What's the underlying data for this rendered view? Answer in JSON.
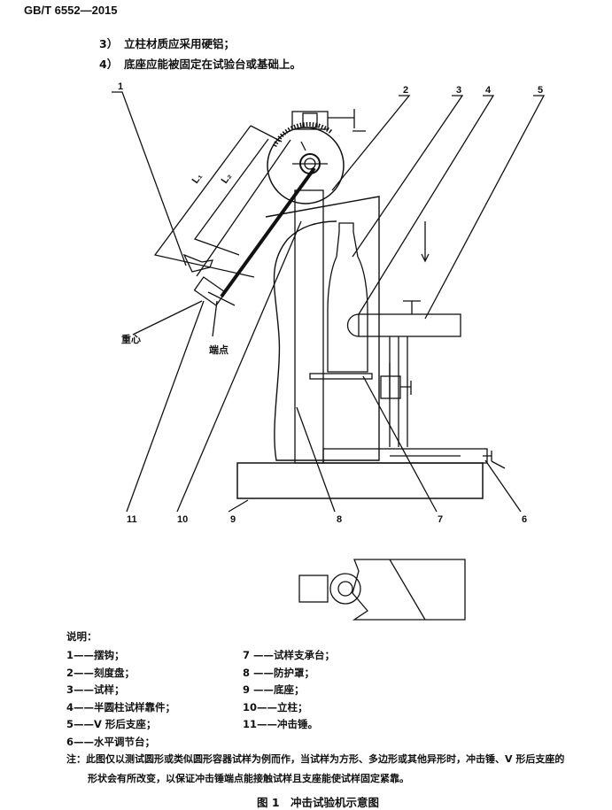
{
  "header": {
    "standard_number": "GB/T 6552—2015"
  },
  "list_items": [
    {
      "num": "3）",
      "text": "立柱材质应采用硬铝；"
    },
    {
      "num": "4）",
      "text": "底座应能被固定在试验台或基础上。"
    }
  ],
  "figure": {
    "callouts_top": [
      "1",
      "2",
      "3",
      "4",
      "5"
    ],
    "callouts_bottom": [
      "11",
      "10",
      "9",
      "8",
      "7",
      "6"
    ],
    "labels": {
      "center_of_gravity": "重心",
      "end_point": "端点",
      "l1": "L₁",
      "l2": "L₂"
    },
    "caption": "图 1　冲击试验机示意图"
  },
  "legend": {
    "title": "说明：",
    "col1": [
      "1——摆钩；",
      "2——刻度盘；",
      "3——试样；",
      "4——半圆柱试样靠件；",
      "5——V 形后支座；",
      "6——水平调节台；"
    ],
    "col2": [
      "7 ——试样支承台；",
      "8 ——防护罩；",
      "9 ——底座；",
      "10——立柱；",
      "11——冲击锤。"
    ],
    "note_line1": "注：此图仅以测试圆形或类似圆形容器试样为例而作，当试样为方形、多边形或其他异形时，冲击锤、V 形后支座的",
    "note_line2": "形状会有所改变，以保证冲击锤端点能接触试样且支座能使试样固定紧靠。"
  }
}
